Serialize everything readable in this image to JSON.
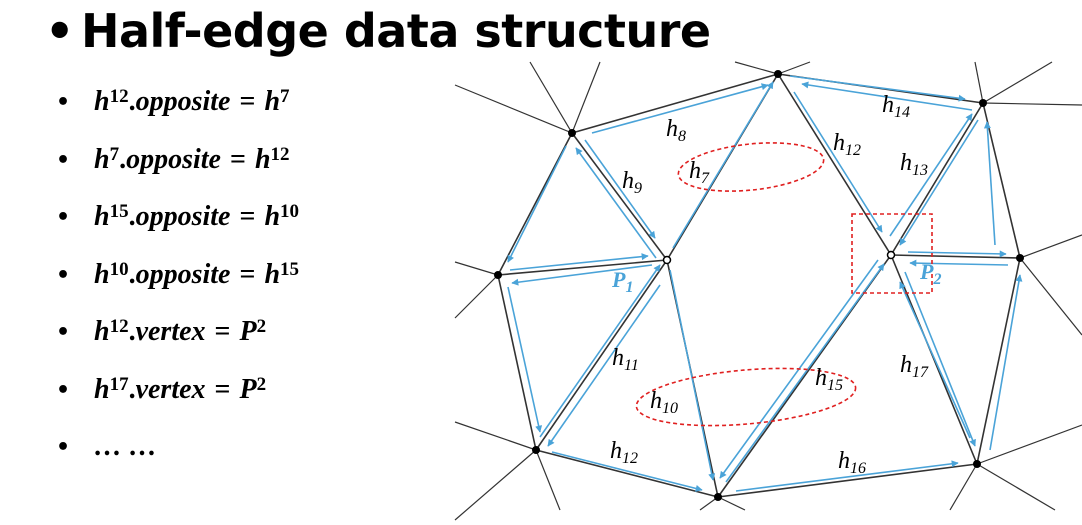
{
  "title": "Half-edge data structure",
  "bullet_glyph": "•",
  "bullets": [
    {
      "h": "h",
      "sub": "12",
      "op": ".",
      "field": "opposite",
      "eq": "=",
      "rh": "h",
      "rsub": "7"
    },
    {
      "h": "h",
      "sub": "7",
      "op": ".",
      "field": "opposite",
      "eq": "=",
      "rh": "h",
      "rsub": "12"
    },
    {
      "h": "h",
      "sub": "15",
      "op": ".",
      "field": "opposite",
      "eq": "=",
      "rh": "h",
      "rsub": "10"
    },
    {
      "h": "h",
      "sub": "10",
      "op": ".",
      "field": "opposite",
      "eq": "=",
      "rh": "h",
      "rsub": "15"
    },
    {
      "h": "h",
      "sub": "12",
      "op": ".",
      "field": "vertex",
      "eq": "=",
      "rh": "P",
      "rsub": "2"
    },
    {
      "h": "h",
      "sub": "17",
      "op": ".",
      "field": "vertex",
      "eq": "=",
      "rh": "P",
      "rsub": "2"
    }
  ],
  "ellipsis": "… …",
  "diagram": {
    "edge_labels": {
      "h8": {
        "base": "h",
        "sub": "8"
      },
      "h7": {
        "base": "h",
        "sub": "7"
      },
      "h9": {
        "base": "h",
        "sub": "9"
      },
      "h12_top": {
        "base": "h",
        "sub": "12"
      },
      "h13": {
        "base": "h",
        "sub": "13"
      },
      "h14": {
        "base": "h",
        "sub": "14"
      },
      "h11": {
        "base": "h",
        "sub": "11"
      },
      "h10": {
        "base": "h",
        "sub": "10"
      },
      "h12_bottom": {
        "base": "h",
        "sub": "12"
      },
      "h15": {
        "base": "h",
        "sub": "15"
      },
      "h16": {
        "base": "h",
        "sub": "16"
      },
      "h17": {
        "base": "h",
        "sub": "17"
      }
    },
    "point_labels": {
      "p1": {
        "base": "P",
        "sub": "1"
      },
      "p2": {
        "base": "P",
        "sub": "2"
      }
    },
    "colors": {
      "edge": "#333333",
      "half_edge": "#4aa3d8",
      "highlight": "#e02020"
    }
  }
}
